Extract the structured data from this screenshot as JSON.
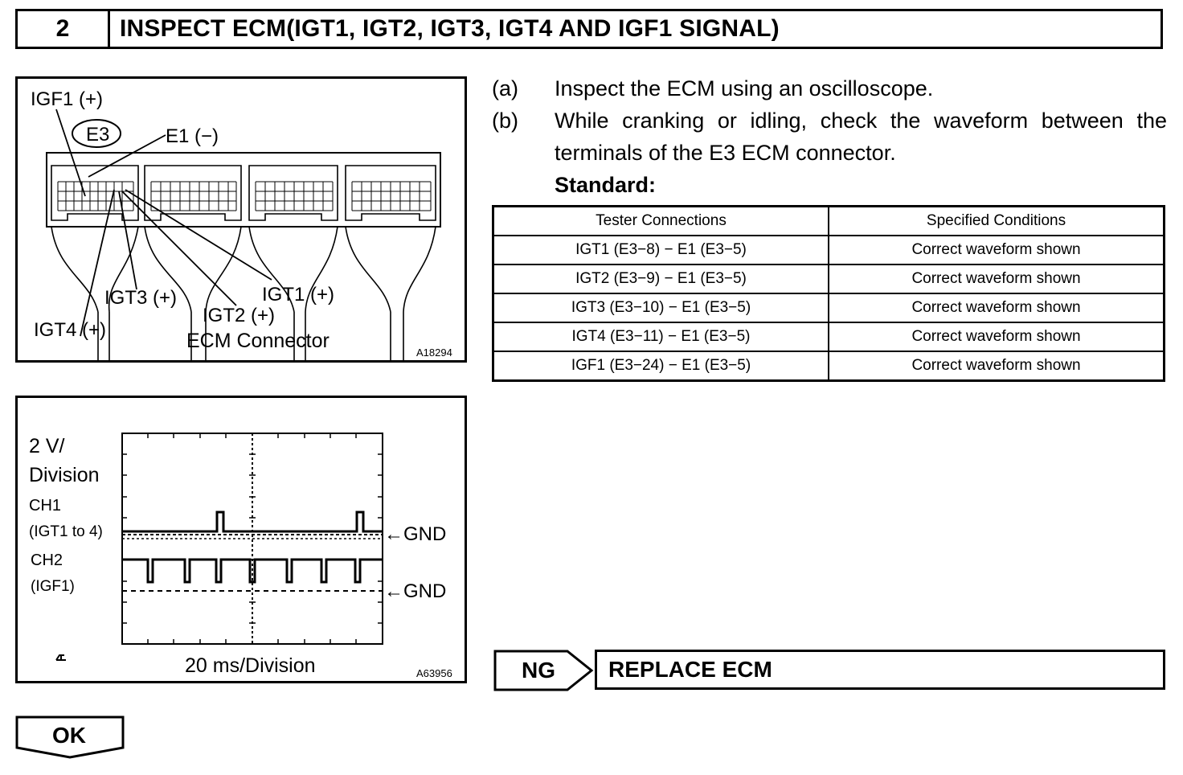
{
  "header": {
    "step_number": "2",
    "title": "INSPECT ECM(IGT1, IGT2, IGT3, IGT4 AND IGF1 SIGNAL)"
  },
  "connector_figure": {
    "labels": {
      "igf1": "IGF1 (+)",
      "e3": "E3",
      "e1": "E1 (−)",
      "igt3": "IGT3 (+)",
      "igt1": "IGT1 (+)",
      "igt2": "IGT2 (+)",
      "igt4": "IGT4 (+)",
      "caption": "ECM Connector"
    },
    "figure_id": "A18294"
  },
  "waveform_figure": {
    "scale_v_1": "2 V/",
    "scale_v_2": "Division",
    "ch1": "CH1",
    "ch1_desc": "(IGT1 to 4)",
    "ch2": "CH2",
    "ch2_desc": "(IGF1)",
    "gnd_1": "←GND",
    "gnd_2": "←GND",
    "time_scale": "20 ms/Division",
    "figure_id": "A63956"
  },
  "instructions": {
    "a_label": "(a)",
    "a_text": "Inspect the ECM using an oscilloscope.",
    "b_label": "(b)",
    "b_text": "While cranking or idling, check the waveform between the terminals of the E3 ECM connector.",
    "standard": "Standard:"
  },
  "spec_table": {
    "headers": [
      "Tester Connections",
      "Specified Conditions"
    ],
    "rows": [
      [
        "IGT1 (E3−8) − E1 (E3−5)",
        "Correct waveform shown"
      ],
      [
        "IGT2 (E3−9) − E1 (E3−5)",
        "Correct waveform shown"
      ],
      [
        "IGT3 (E3−10) − E1 (E3−5)",
        "Correct waveform shown"
      ],
      [
        "IGT4 (E3−11) − E1 (E3−5)",
        "Correct waveform shown"
      ],
      [
        "IGF1 (E3−24) − E1 (E3−5)",
        "Correct waveform shown"
      ]
    ]
  },
  "ng_branch": {
    "label": "NG",
    "action": "REPLACE ECM"
  },
  "ok_branch": {
    "label": "OK"
  }
}
